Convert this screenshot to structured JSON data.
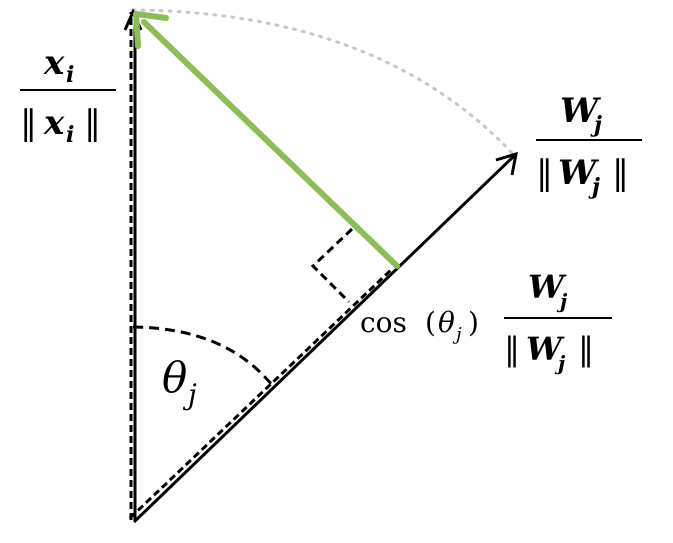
{
  "diagram": {
    "labels": {
      "x_unit": {
        "numerator": "x",
        "numerator_sub": "i",
        "denominator_left": "‖",
        "denominator": "x",
        "denominator_sub": "i",
        "denominator_right": "‖"
      },
      "w_unit": {
        "numerator": "W",
        "numerator_sub": "j",
        "denominator_left": "‖",
        "denominator": "W",
        "denominator_sub": "j",
        "denominator_right": "‖"
      },
      "projection": {
        "prefix": "cos",
        "paren_open": "(",
        "theta": "θ",
        "theta_sub": "j",
        "paren_close": ")",
        "numerator": "W",
        "numerator_sub": "j",
        "denominator_left": "‖",
        "denominator": "W",
        "denominator_sub": "j",
        "denominator_right": "‖"
      },
      "angle": {
        "theta": "θ",
        "theta_sub": "j"
      }
    },
    "colors": {
      "residual_vector": "#8dbd55",
      "axes": "#000000",
      "arc": "#c8c8c8"
    }
  }
}
